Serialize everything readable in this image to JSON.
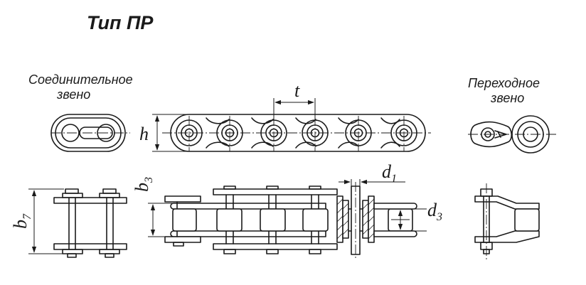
{
  "title": "Тип ПР",
  "labels": {
    "connecting_link": [
      "Соединительное",
      "звено"
    ],
    "transition_link": [
      "Переходное",
      "звено"
    ]
  },
  "dimensions": {
    "pitch": "t",
    "height": "h",
    "inner_width": {
      "base": "b",
      "sub": "3"
    },
    "connecting_width": {
      "base": "b",
      "sub": "7"
    },
    "pin_diameter": {
      "base": "d",
      "sub": "1"
    },
    "roller_diameter": {
      "base": "d",
      "sub": "3"
    }
  }
}
